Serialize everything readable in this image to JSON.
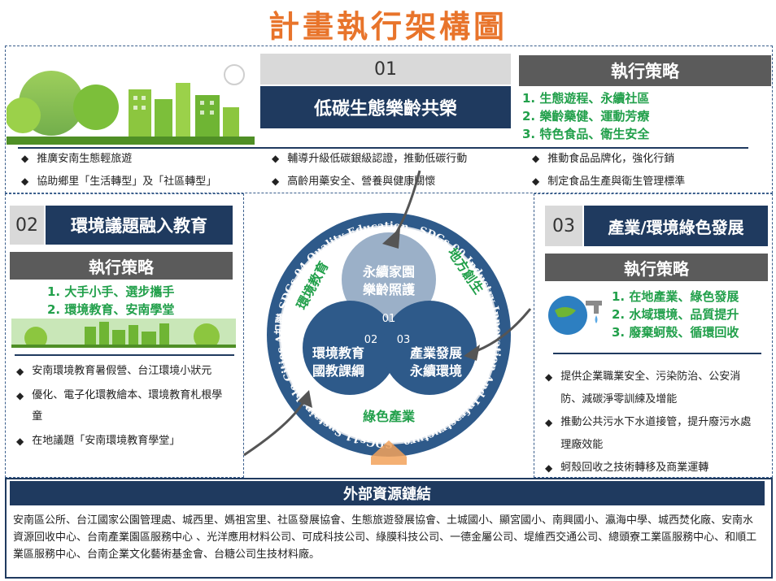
{
  "title": "計畫執行架構圖",
  "block01": {
    "number": "01",
    "name": "低碳生態樂齡共榮",
    "strategy_header": "執行策略",
    "strategies": [
      "1.  生態遊程、永續社區",
      "2.  樂齡藥健、運動芳療",
      "3.  特色食品、衛生安全"
    ],
    "actions": [
      "推廣安南生態輕旅遊",
      "輔導升級低碳銀級認證，推動低碳行動",
      "推動食品品牌化，強化行銷",
      "協助鄉里「生活轉型」及「社區轉型」",
      "高齡用藥安全、營養與健康關懷",
      "制定食品生產與衛生管理標準"
    ]
  },
  "block02": {
    "number": "02",
    "name": "環境議題融入教育",
    "strategy_header": "執行策略",
    "strategies": [
      "1.  大手小手、選步攜手",
      "2.  環境教育、安南學堂"
    ],
    "actions": [
      "安南環境教育暑假營、台江環境小狀元",
      "優化、電子化環教繪本、環境教育札根學童",
      "在地議題「安南環境教育學堂」"
    ]
  },
  "block03": {
    "number": "03",
    "name": "產業/環境綠色發展",
    "strategy_header": "執行策略",
    "strategies": [
      "1.  在地產業、綠色發展",
      "2.  水域環境、品質提升",
      "3.  廢棄蚵殼、循環回收"
    ],
    "actions": [
      "提供企業職業安全、污染防治、公安消防、減碳淨零訓練及增能",
      "推動公共污水下水道接管，提升廢污水處理廠效能",
      "蚵殼回收之技術轉移及商業運轉"
    ]
  },
  "circle": {
    "ring_text": "扣聯 SDGs 04.Quality Education、SDGs 09.Industry Innovation And Infrastructure、SDGs11.Sustainable Cities And Communities",
    "label_left": "環境教育",
    "label_right": "地方創生",
    "label_bottom": "綠色產業",
    "c1": [
      "永續家園",
      "樂齡照護"
    ],
    "c2": [
      "環境教育",
      "國教課綱"
    ],
    "c3": [
      "產業發展",
      "永續環境"
    ],
    "n1": "01",
    "n2": "02",
    "n3": "03"
  },
  "footer": {
    "header": "外部資源鏈結",
    "text": "安南區公所、台江國家公園管理處、城西里、媽祖宮里、社區發展協會、生態旅遊發展協會、土城國小、顯宮國小、南興國小、瀛海中學、城西焚化廠、安南水資源回收中心、台南產業園區服務中心 、光洋應用材料公司、可成科技公司、綠膜科技公司、一德金屬公司、堤維西交通公司、總頭寮工業區服務中心、和順工業區服務中心、台南企業文化藝術基金會、台糖公司生技材料廠。"
  },
  "colors": {
    "navy": "#1f3a5f",
    "orange": "#e8742b",
    "green": "#22a04b",
    "circle_blue": "#2e5a8a",
    "circle_light": "#9bb0c8"
  }
}
